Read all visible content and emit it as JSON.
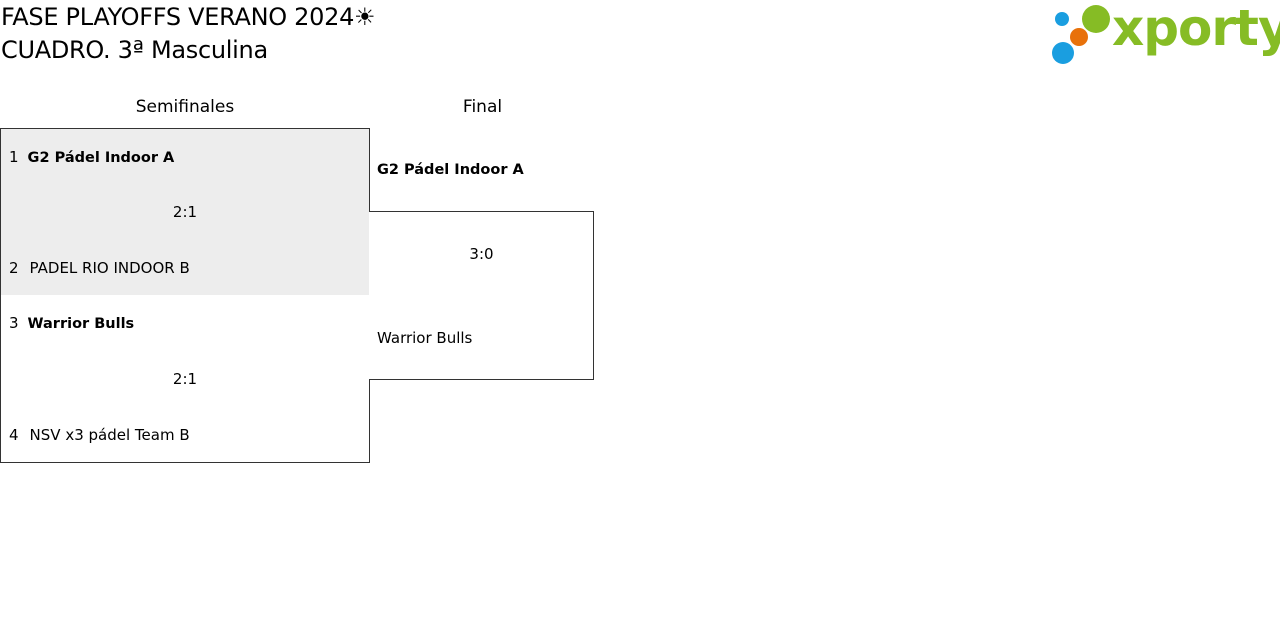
{
  "header": {
    "title_line1": "FASE PLAYOFFS VERANO 2024☀",
    "title_line2": "CUADRO. 3ª Masculina"
  },
  "logo": {
    "text": "xporty",
    "brand_green": "#86bc25",
    "dot_blue": "#1a9ee0",
    "dot_orange": "#e8710a"
  },
  "bracket": {
    "semis_heading": "Semifinales",
    "final_heading": "Final",
    "semifinals": [
      {
        "team1": {
          "seed": "1",
          "name": "G2 Pádel Indoor A"
        },
        "score": "2:1",
        "team2": {
          "seed": "2",
          "name": "PADEL RIO INDOOR B"
        }
      },
      {
        "team1": {
          "seed": "3",
          "name": "Warrior Bulls"
        },
        "score": "2:1",
        "team2": {
          "seed": "4",
          "name": "NSV x3 pádel Team B"
        }
      }
    ],
    "final": {
      "winner": "G2 Pádel Indoor A",
      "score": "3:0",
      "loser": "Warrior Bulls"
    }
  }
}
